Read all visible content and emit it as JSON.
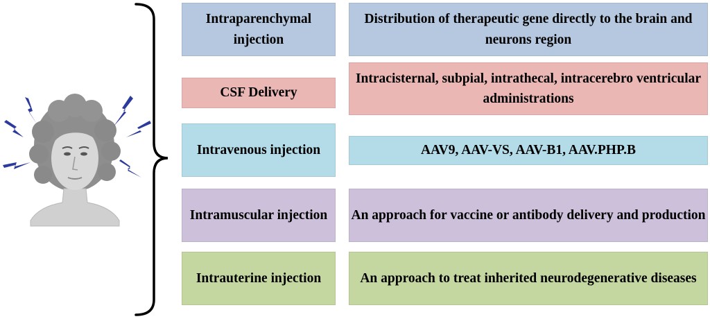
{
  "colors": {
    "blue": "#b5c8df",
    "pink": "#eab7b4",
    "cyan": "#b3dbe8",
    "purple": "#cdc0da",
    "green": "#c5d7a1",
    "bolt": "#2b3a9c",
    "hair": "#8e8e8e",
    "skin": "#d5d5d5"
  },
  "rows": [
    {
      "route": "Intraparenchymal injection",
      "description": "Distribution of therapeutic gene directly to the brain and neurons region",
      "color": "blue"
    },
    {
      "route": "CSF Delivery",
      "description": "Intracisternal, subpial, intrathecal, intracerebro ventricular administrations",
      "color": "pink"
    },
    {
      "route": "Intravenous injection",
      "description": "AAV9, AAV-VS, AAV-B1, AAV.PHP.B",
      "color": "cyan"
    },
    {
      "route": "Intramuscular injection",
      "description": "An approach for vaccine or antibody delivery and production",
      "color": "purple"
    },
    {
      "route": "Intrauterine injection",
      "description": "An approach to treat inherited neurodegenerative diseases",
      "color": "green"
    }
  ]
}
